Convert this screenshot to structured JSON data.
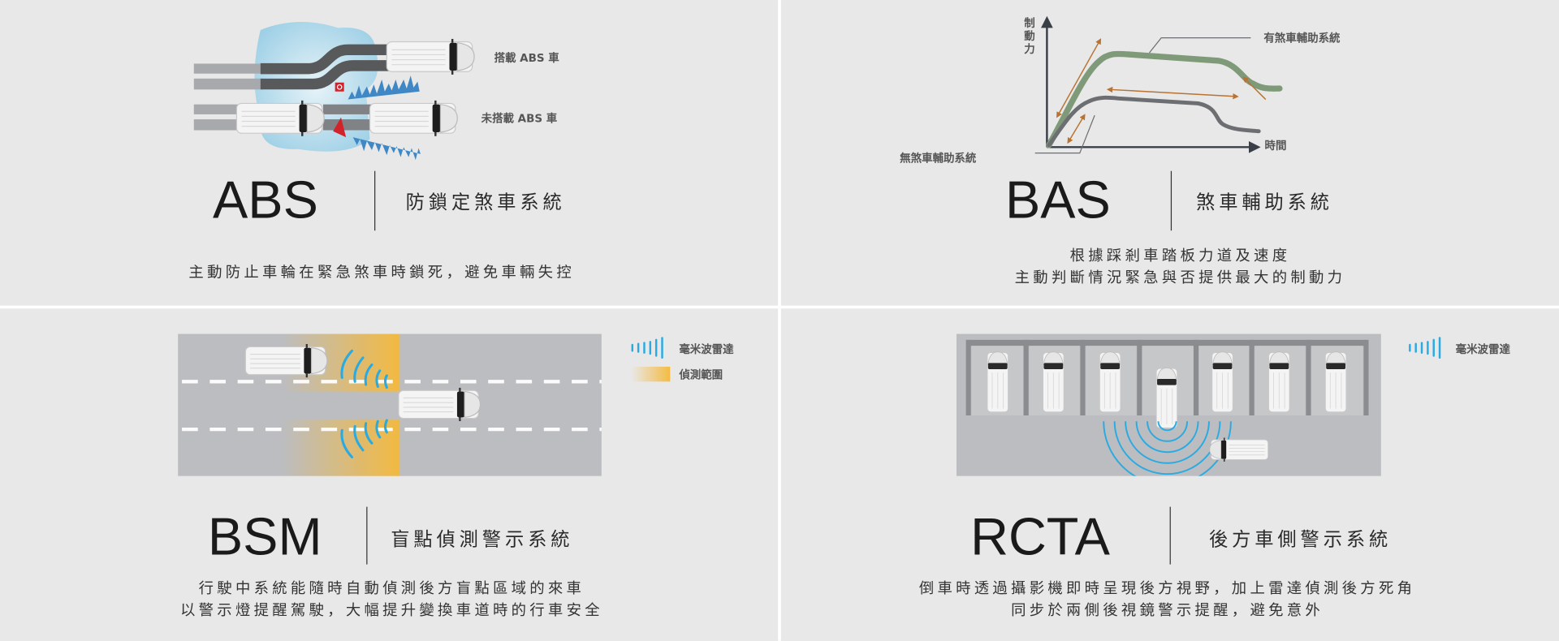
{
  "panels": [
    {
      "code": "ABS",
      "name": "防鎖定煞車系統",
      "description": [
        "主動防止車輪在緊急煞車時鎖死，避免車輛失控"
      ],
      "labels": {
        "with": "搭載 ABS 車",
        "without": "未搭載 ABS 車"
      }
    },
    {
      "code": "BAS",
      "name": "煞車輔助系統",
      "description": [
        "根據踩剎車踏板力道及速度",
        "主動判斷情況緊急與否提供最大的制動力"
      ],
      "labels": {
        "y_axis": [
          "制",
          "動",
          "力"
        ],
        "x_axis": "時間",
        "with": "有煞車輔助系統",
        "without": "無煞車輔助系統"
      }
    },
    {
      "code": "BSM",
      "name": "盲點偵測警示系統",
      "description": [
        "行駛中系統能隨時自動偵測後方盲點區域的來車",
        "以警示燈提醒駕駛，大幅提升變換車道時的行車安全"
      ],
      "labels": {
        "radar": "毫米波雷達",
        "range": "偵測範圍"
      }
    },
    {
      "code": "RCTA",
      "name": "後方車側警示系統",
      "description": [
        "倒車時透過攝影機即時呈現後方視野，加上雷達偵測後方死角",
        "同步於兩側後視鏡警示提醒，避免意外"
      ],
      "labels": {
        "radar": "毫米波雷達"
      }
    }
  ],
  "colors": {
    "background": "#e8e8e8",
    "radar": "#29abe2",
    "range": "#f5b93a",
    "with_curve": "#7f9a78",
    "without_curve": "#6d6e71",
    "arrow": "#b87333"
  }
}
